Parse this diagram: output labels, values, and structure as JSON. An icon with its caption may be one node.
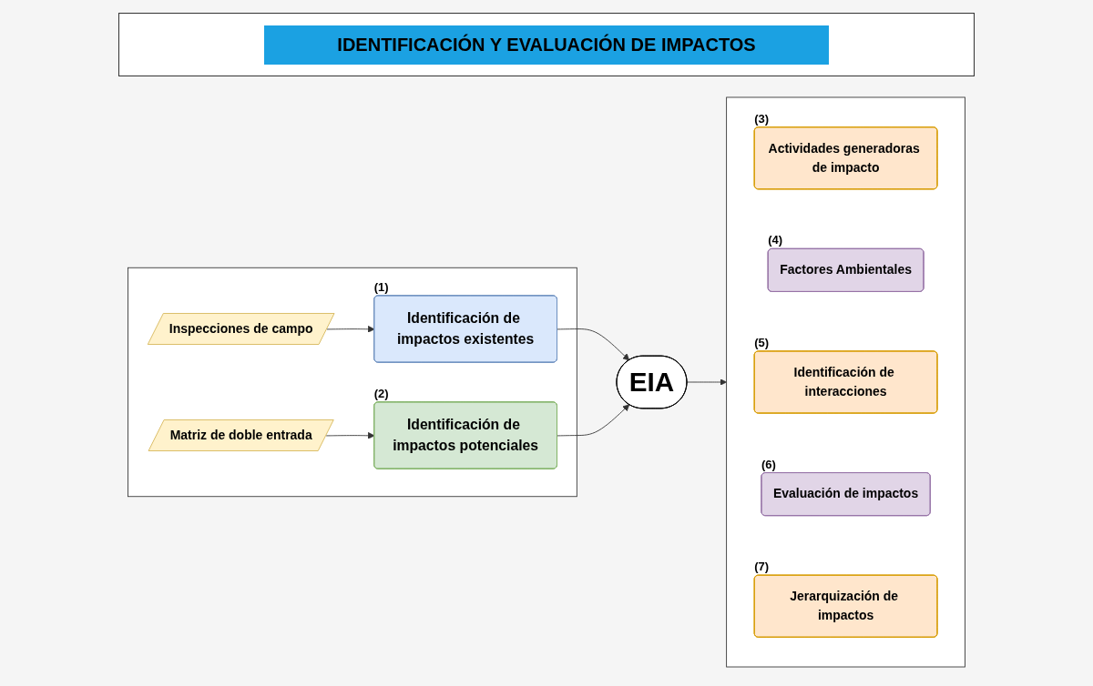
{
  "diagram": {
    "title": "IDENTIFICACIÓN Y EVALUACIÓN DE IMPACTOS",
    "nodes": [
      {
        "text": [],
        "shape": "box"
      },
      {
        "text": [
          "Inspecciones de campo"
        ],
        "in": 0
      },
      {
        "text": [
          "Identificación de impactos existentes"
        ],
        "in": 0,
        "beside": [
          "(1)"
        ]
      },
      {
        "text": [
          "Identificación de impactos potenciales"
        ],
        "in": 0,
        "beside": [
          "(2)"
        ]
      },
      {
        "text": [
          "Matriz de doble entrada"
        ],
        "in": 0
      },
      {
        "text": [
          "EIA"
        ]
      },
      {
        "text": [],
        "shape": "box"
      },
      {
        "text": [
          "Actividades generadoras de impacto"
        ],
        "in": 6,
        "beside": [
          "(3)"
        ]
      },
      {
        "text": [
          "Factores Ambientales"
        ],
        "in": 6,
        "beside": [
          "(4)"
        ]
      },
      {
        "text": [
          "Identificación de interacciones"
        ],
        "in": 6,
        "beside": [
          "(5)"
        ]
      },
      {
        "text": [
          "Evaluación de impactos"
        ],
        "in": 6,
        "beside": [
          "(6)"
        ]
      },
      {
        "text": [
          "Jerarquización de impactos"
        ],
        "in": 6,
        "beside": [
          "(7)"
        ]
      }
    ],
    "edges": [
      {
        "from": 1,
        "to": 2,
        "arrow": "to"
      },
      {
        "from": 4,
        "to": 3,
        "arrow": "to"
      },
      {
        "from": 2,
        "to": 5,
        "arrow": "to"
      },
      {
        "from": 3,
        "to": 5,
        "arrow": "to"
      },
      {
        "from": 5,
        "to": 6,
        "arrow": "to"
      }
    ]
  }
}
